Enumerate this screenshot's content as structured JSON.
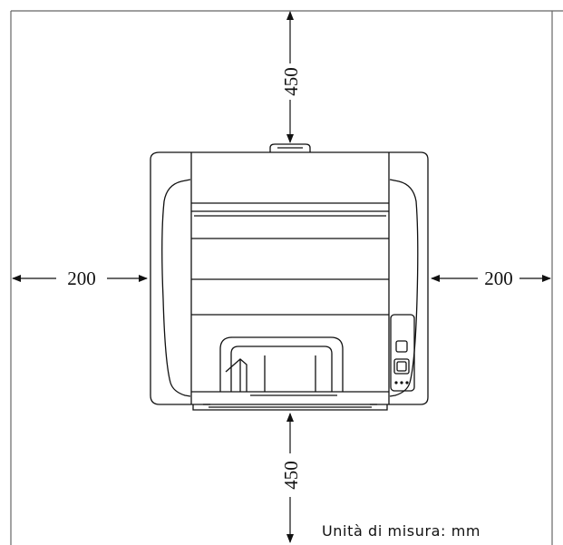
{
  "clearances": {
    "top": "450",
    "bottom": "450",
    "left": "200",
    "right": "200"
  },
  "unit_label": "Unità di misura: mm",
  "colors": {
    "line": "#111111",
    "wall": "#666666",
    "background": "#ffffff"
  }
}
